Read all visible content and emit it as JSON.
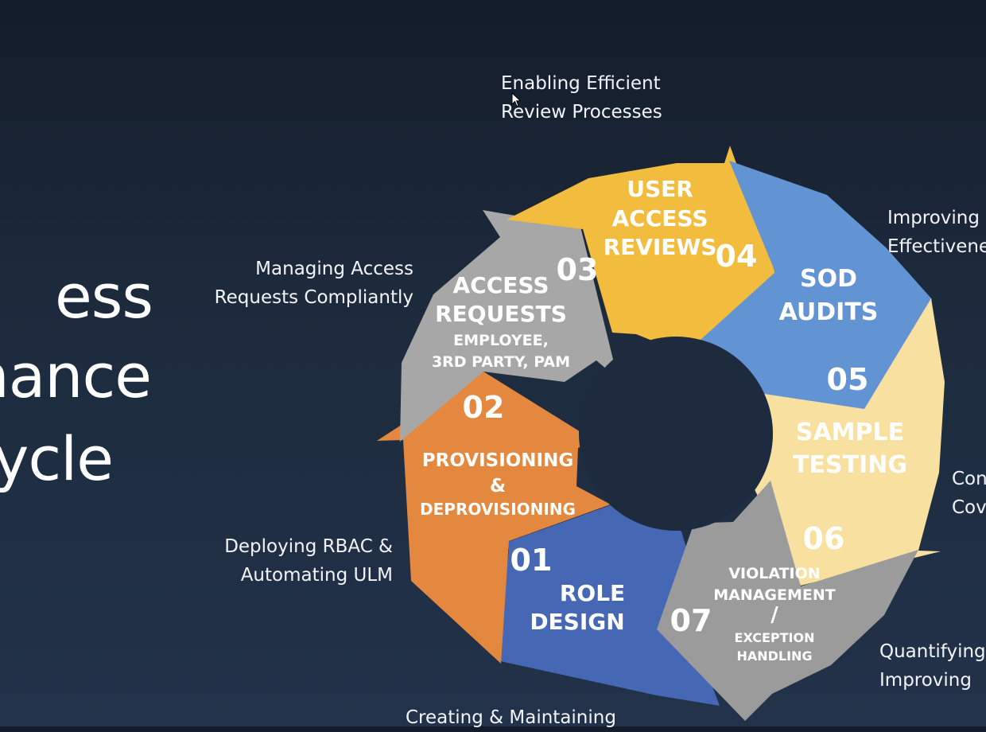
{
  "title_lines": [
    "ess",
    "nance",
    "ycle"
  ],
  "captions": {
    "c04": [
      "Enabling Efficient",
      "Review Processes"
    ],
    "c03": [
      "Managing Access",
      "Requests Compliantly"
    ],
    "c_sod": [
      "Improving",
      "Effectivene"
    ],
    "c06": [
      "Con",
      "Cov"
    ],
    "c02": [
      "Deploying RBAC &",
      "Automating ULM"
    ],
    "c07": [
      "Quantifying",
      "Improving"
    ],
    "c01": [
      "Creating & Maintaining"
    ]
  },
  "segments": [
    {
      "num": "01",
      "lines": [
        "ROLE",
        "DESIGN"
      ],
      "color": "#4668b4"
    },
    {
      "num": "02",
      "lines": [
        "PROVISIONING",
        "&",
        "DEPROVISIONING"
      ],
      "color": "#e3883e"
    },
    {
      "num": "03",
      "lines": [
        "ACCESS",
        "REQUESTS",
        "EMPLOYEE,",
        "3RD PARTY, PAM"
      ],
      "color": "#a7a7a7"
    },
    {
      "num": "04",
      "lines": [
        "USER",
        "ACCESS",
        "REVIEWS"
      ],
      "color": "#f2bd3e"
    },
    {
      "num": "05",
      "lines": [
        "SOD",
        "AUDITS"
      ],
      "color": "#6294d3"
    },
    {
      "num": "06",
      "lines": [
        "SAMPLE",
        "TESTING"
      ],
      "color": "#f8e1a0"
    },
    {
      "num": "07",
      "lines": [
        "VIOLATION",
        "MANAGEMENT",
        "/",
        "EXCEPTION",
        "HANDLING"
      ],
      "color": "#9b9b9b"
    }
  ]
}
